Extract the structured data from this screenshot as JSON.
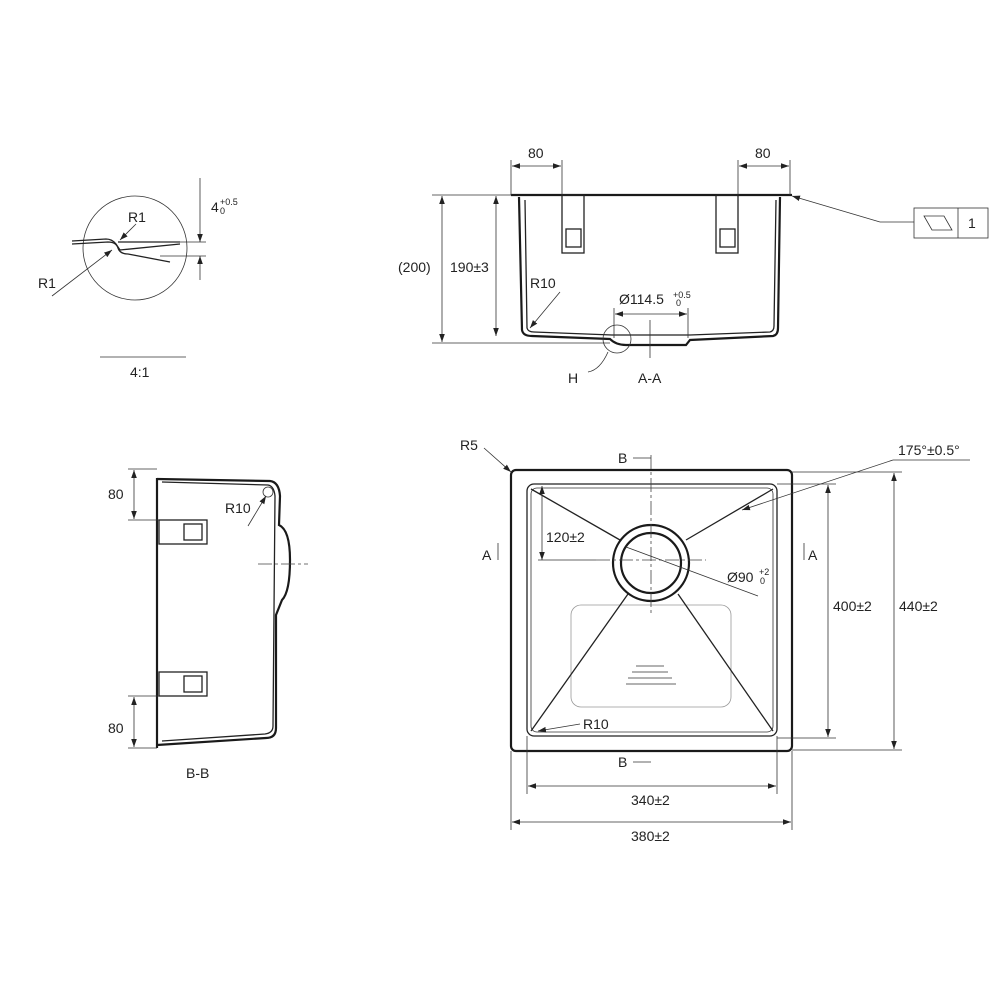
{
  "detail": {
    "label_r1_top": "R1",
    "label_r1_left": "R1",
    "thickness_base": "4",
    "thickness_upper": "+0.5",
    "thickness_lower": "0",
    "scale": "4:1"
  },
  "front_view": {
    "dim_left_80": "80",
    "dim_right_80": "80",
    "dim_overall_height": "(200)",
    "dim_bowl_height": "190±3",
    "label_r10": "R10",
    "drain_diameter_base": "Ø114.5",
    "drain_diameter_upper": "+0.5",
    "drain_diameter_lower": "0",
    "label_detail_h": "H",
    "section_label": "A-A",
    "flatness_number": "1"
  },
  "side_view": {
    "dim_top_80": "80",
    "dim_bottom_80": "80",
    "label_r10": "R10",
    "section_label": "B-B"
  },
  "plan_view": {
    "label_r5": "R5",
    "label_angle": "175°±0.5°",
    "section_b_top": "B",
    "section_b_bottom": "B",
    "section_a_left": "A",
    "section_a_right": "A",
    "dim_drain_offset": "120±2",
    "drain_diameter_base": "Ø90",
    "drain_diameter_upper": "+2",
    "drain_diameter_lower": "0",
    "dim_inner_depth": "400±2",
    "dim_outer_depth": "440±2",
    "label_r10": "R10",
    "dim_inner_width": "340±2",
    "dim_outer_width": "380±2"
  }
}
